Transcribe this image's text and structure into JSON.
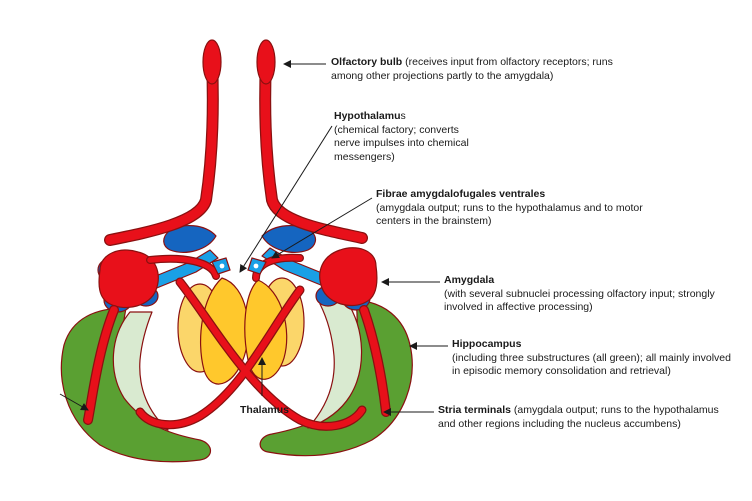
{
  "colors": {
    "red": "#e8101a",
    "green": "#5aa032",
    "light_green": "#d9ead0",
    "yellow": "#ffc82c",
    "light_blue": "#1aa0e6",
    "dark_blue": "#1565c0"
  },
  "labels": {
    "olfactory_bulb": {
      "title": "Olfactory bulb",
      "text": " (receives input from olfactory receptors; runs among other projections partly to the amygdala)"
    },
    "hypothalamus": {
      "title": "Hypothalamu",
      "title_suffix": "s",
      "text": "(chemical factory; converts nerve impulses into chemical messengers)"
    },
    "fibrae": {
      "title": "Fibrae amygdalofugales ventrales",
      "text": "(amygdala output; runs to the hypothalamus and to motor centers in the brainstem)"
    },
    "amygdala": {
      "title": "Amygdala",
      "text": "(with several subnuclei processing olfactory input; strongly involved in affective processing)"
    },
    "hippocampus": {
      "title": "Hippocampus",
      "text": "(including three substructures (all green); all mainly involved in episodic memory consolidation and retrieval)"
    },
    "stria": {
      "title": "Stria terminals",
      "text": " (amygdala output; runs to the hypothalamus and other regions including the nucleus accumbens)"
    },
    "thalamus": {
      "title": "Thalamus"
    }
  }
}
